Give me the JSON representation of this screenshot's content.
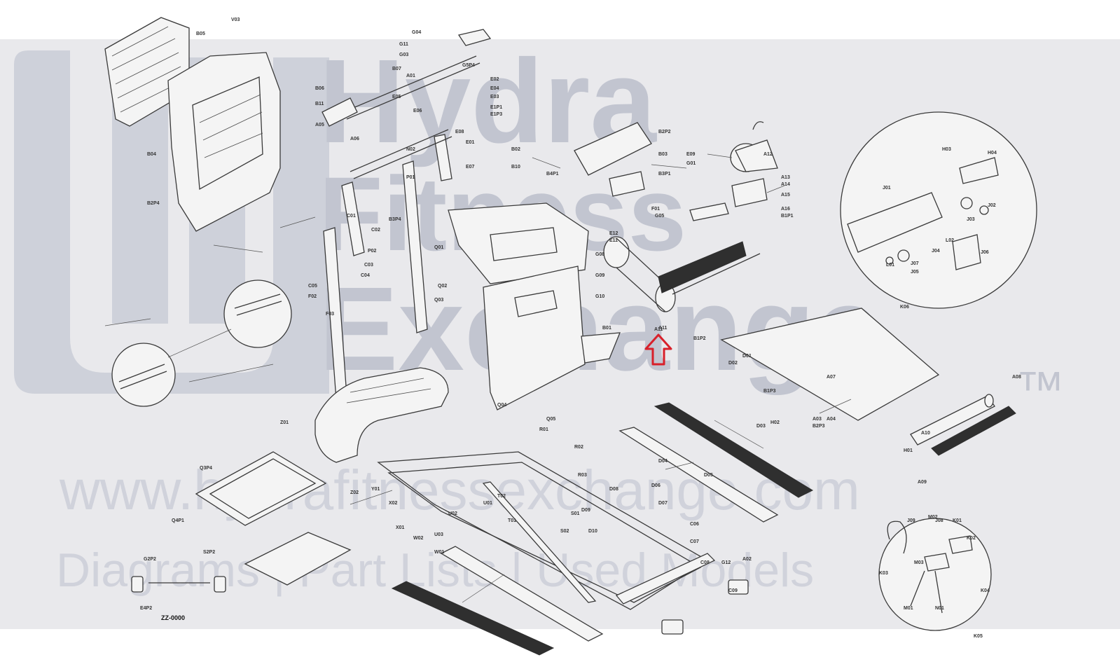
{
  "watermark": {
    "word1": "Hydra",
    "word2": "Fitness",
    "word3": "Exchange",
    "trademark": "™",
    "url": "www.hydrafitnessexchange.com",
    "tagline": "Diagrams | Part Lists | Used Models"
  },
  "colors": {
    "watermark_band": "#e9e9ec",
    "watermark_text": "#c2c5d0",
    "highlight_arrow": "#d8202a",
    "line_art": "#3a3a3a"
  },
  "highlight": {
    "icon": "up-arrow-icon",
    "target_callout": "A11"
  },
  "diagram_code": "ZZ-0000",
  "callouts": [
    "V03",
    "B05",
    "B04",
    "B2P4",
    "B06",
    "B11",
    "A05",
    "A06",
    "B07",
    "E05",
    "E06",
    "A01",
    "G04",
    "G11",
    "G03",
    "G5P4",
    "E02",
    "E04",
    "E03",
    "E1P1",
    "E1P3",
    "E07",
    "E08",
    "E01",
    "B2P2",
    "B03",
    "B3P1",
    "E09",
    "G01",
    "F01",
    "G05",
    "E12",
    "E11",
    "G08",
    "G09",
    "G10",
    "B01",
    "B02",
    "B10",
    "B4P1",
    "B3P4",
    "C01",
    "C02",
    "C03",
    "C04",
    "C05",
    "F02",
    "F03",
    "A11",
    "A12",
    "A13",
    "A14",
    "A15",
    "A16",
    "B1P1",
    "B1P2",
    "B1P3",
    "B2P3",
    "D01",
    "D02",
    "D03",
    "D04",
    "D05",
    "D06",
    "D07",
    "D08",
    "D09",
    "D10",
    "C06",
    "C07",
    "C08",
    "C09",
    "G12",
    "A02",
    "A03",
    "A04",
    "A07",
    "A08",
    "A09",
    "A10",
    "H01",
    "H02",
    "H03",
    "H04",
    "J01",
    "J02",
    "J03",
    "J04",
    "J05",
    "J06",
    "J07",
    "J08",
    "J09",
    "K01",
    "K02",
    "K03",
    "K04",
    "K05",
    "K06",
    "L01",
    "L02",
    "M01",
    "M02",
    "M03",
    "N01",
    "N02",
    "P01",
    "P02",
    "Q01",
    "Q02",
    "Q03",
    "Q04",
    "Q05",
    "R01",
    "R02",
    "R03",
    "S01",
    "S02",
    "T01",
    "T02",
    "U01",
    "U02",
    "U03",
    "W01",
    "W02",
    "X01",
    "X02",
    "Y01",
    "Z01",
    "Z02",
    "Q3P4",
    "Q4P1",
    "S2P2",
    "G2P2",
    "E4P2"
  ]
}
